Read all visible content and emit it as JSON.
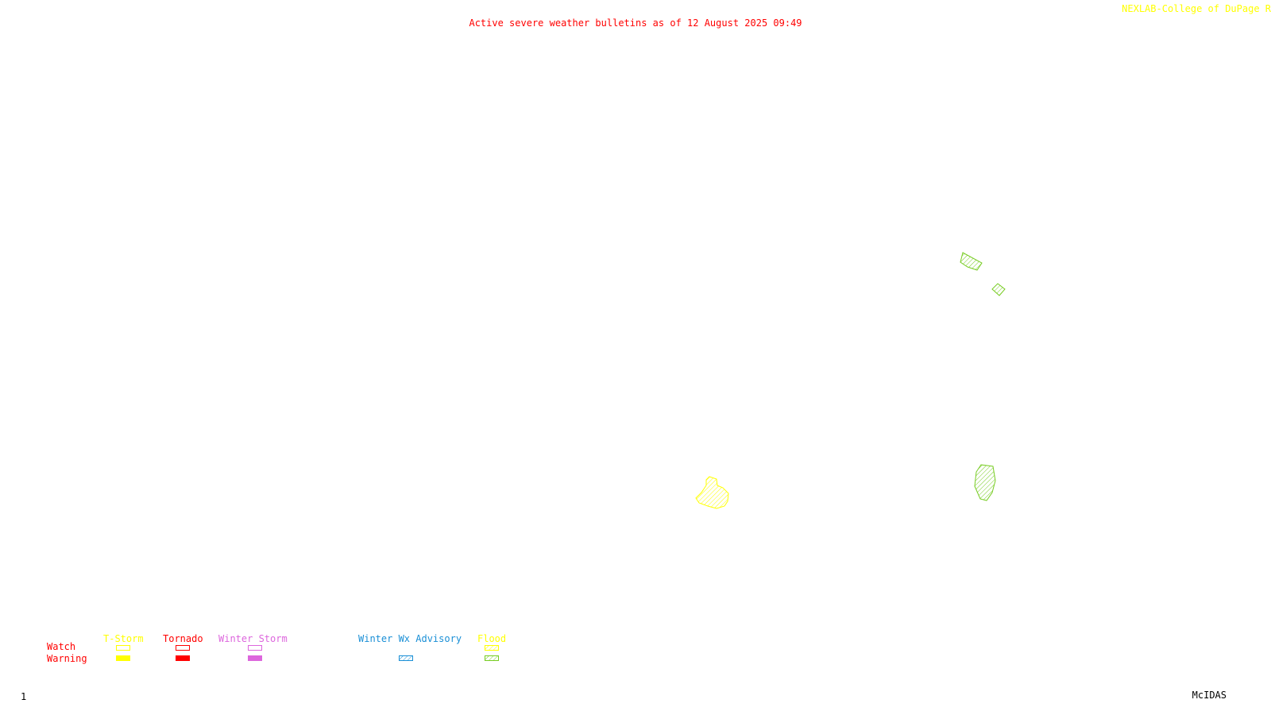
{
  "header": {
    "title": "Active severe weather bulletins as of 12 August 2025 09:49",
    "credit": "NEXLAB-College of DuPage R"
  },
  "legend": {
    "row_labels": {
      "watch": "Watch",
      "warning": "Warning"
    },
    "categories": [
      {
        "label": "T-Storm",
        "color": "#ffff00",
        "watch_style": "outline",
        "warning_style": "solid"
      },
      {
        "label": "Tornado",
        "color": "#ff0000",
        "watch_style": "outline",
        "warning_style": "solid"
      },
      {
        "label": "Winter Storm",
        "color": "#dd66dd",
        "watch_style": "outline",
        "warning_style": "solid"
      },
      {
        "label": "Winter Wx Advisory",
        "color": "#1a8fd6",
        "watch_style": "none",
        "warning_style": "hatched"
      },
      {
        "label": "Flood",
        "color": "#ffff00",
        "warning_color": "#77cc22",
        "watch_style": "hatched",
        "warning_style": "hatched"
      }
    ]
  },
  "bulletins": [
    {
      "type": "Flood Warning",
      "color": "#77cc22"
    },
    {
      "type": "Flood Warning",
      "color": "#77cc22"
    },
    {
      "type": "Flood Warning",
      "color": "#77cc22"
    },
    {
      "type": "T-Storm Warning",
      "color": "#ffff00"
    }
  ],
  "footer": {
    "frame_number": "1",
    "software": "McIDAS"
  },
  "colors": {
    "background": "#ffffff",
    "title": "#ff0000",
    "credit": "#ffff00",
    "footer_text": "#000000"
  }
}
